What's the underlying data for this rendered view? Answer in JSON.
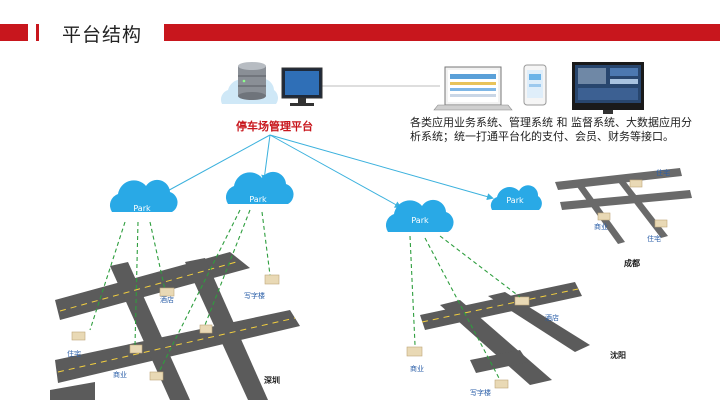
{
  "header": {
    "title": "平台结构"
  },
  "center": {
    "label": "停车场管理平台",
    "description_line1": "各类应用业务系统、管理系统 和 监督系统、大数据应用分",
    "description_line2": "析系统；统一打通平台化的支付、会员、财务等接口。"
  },
  "clouds": [
    {
      "label": "Park"
    },
    {
      "label": "Park"
    },
    {
      "label": "Park"
    },
    {
      "label": "Park"
    }
  ],
  "cities": {
    "shenzhen": {
      "name": "深圳",
      "places": [
        "酒店",
        "写字楼",
        "住宅",
        "商业"
      ]
    },
    "shenyang": {
      "name": "沈阳",
      "places": [
        "酒店",
        "商业",
        "写字楼"
      ]
    },
    "chengdu": {
      "name": "成都",
      "places": [
        "住宅",
        "商业",
        "住宅"
      ]
    }
  },
  "colors": {
    "accent": "#c8161d",
    "cloud": "#29a9e6",
    "link": "#3bb1dd",
    "dash": "#2e9e3e",
    "road": "#5b5b5b"
  }
}
